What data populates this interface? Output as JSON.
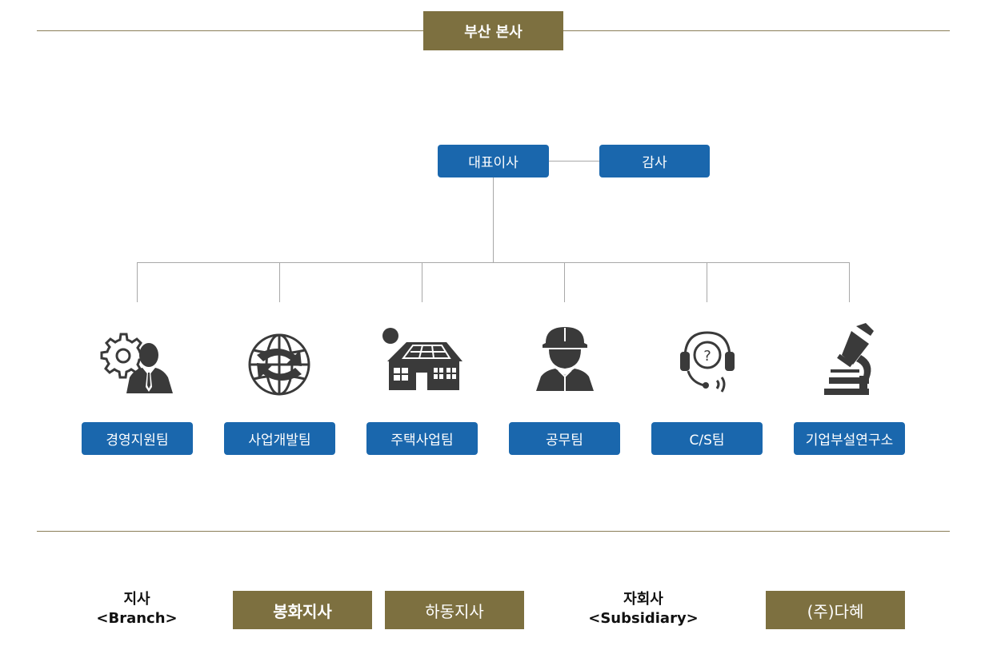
{
  "hq": {
    "title": "부산 본사"
  },
  "top": {
    "ceo": "대표이사",
    "audit": "감사"
  },
  "teams": [
    {
      "label": "경영지원팀",
      "icon": "gear-businessman-icon"
    },
    {
      "label": "사업개발팀",
      "icon": "globe-arrows-icon"
    },
    {
      "label": "주택사업팀",
      "icon": "solar-house-icon"
    },
    {
      "label": "공무팀",
      "icon": "hardhat-worker-icon"
    },
    {
      "label": "C/S팀",
      "icon": "headset-support-icon"
    },
    {
      "label": "기업부설연구소",
      "icon": "microscope-icon"
    }
  ],
  "branches": {
    "label_line1": "지사",
    "label_line2": "<Branch>",
    "items": [
      "봉화지사",
      "하동지사"
    ]
  },
  "subsidiaries": {
    "label_line1": "자회사",
    "label_line2": "<Subsidiary>",
    "items": [
      "(주)다혜"
    ]
  },
  "colors": {
    "gold": "#7d7040",
    "blue": "#1a67ad",
    "line": "#8a7d58",
    "connector": "#a8a8a8",
    "icon": "#3a3a3a"
  }
}
